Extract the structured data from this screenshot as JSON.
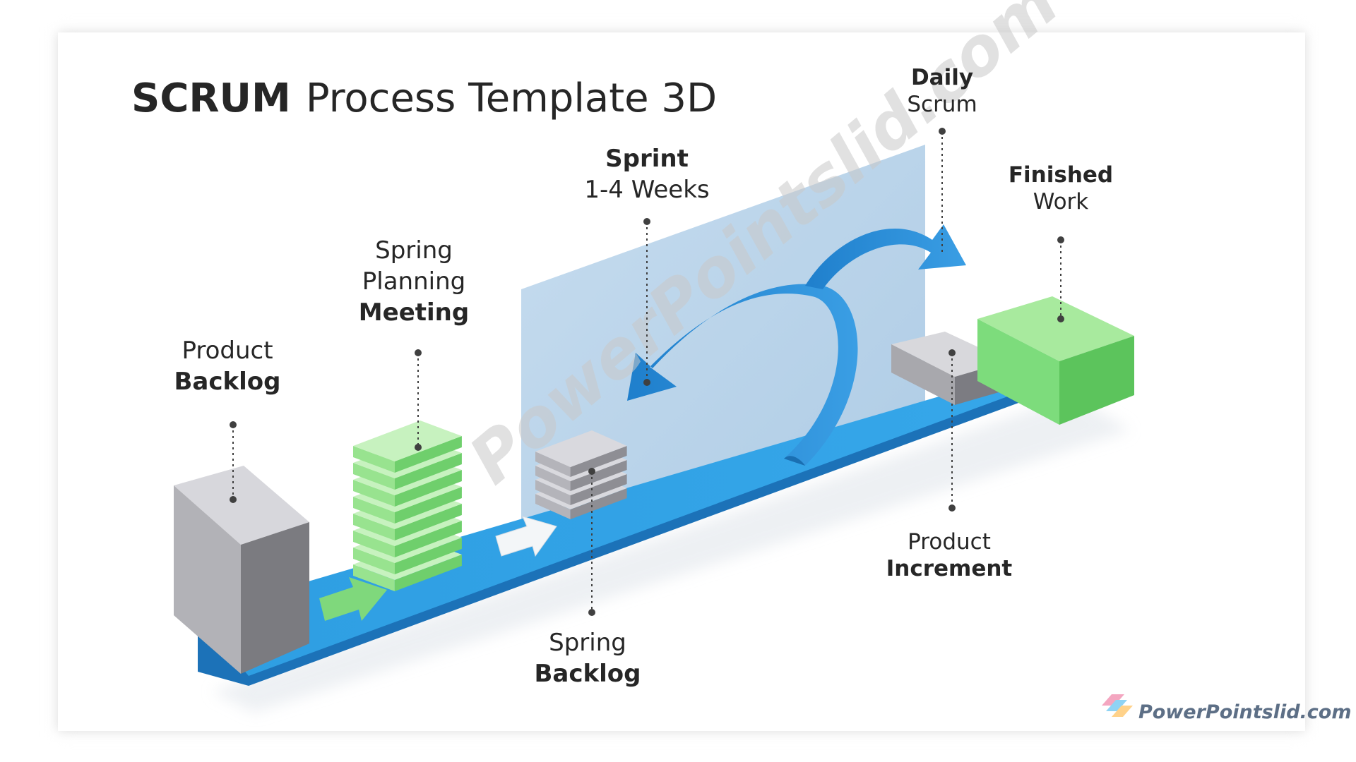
{
  "title": {
    "bold": "SCRUM",
    "regular": "Process Template 3D"
  },
  "labels": {
    "product_backlog": {
      "line1": "Product",
      "line2": "Backlog"
    },
    "planning_meeting": {
      "line1": "Spring",
      "line2": "Planning",
      "line3": "Meeting"
    },
    "sprint": {
      "line1": "Sprint",
      "line2": "1-4 Weeks"
    },
    "daily_scrum": {
      "line1": "Daily",
      "line2": "Scrum"
    },
    "finished_work": {
      "line1": "Finished",
      "line2": "Work"
    },
    "spring_backlog": {
      "line1": "Spring",
      "line2": "Backlog"
    },
    "product_increment": {
      "line1": "Product",
      "line2": "Increment"
    }
  },
  "watermark": {
    "diagonal": "PowerPointslid.com",
    "corner": "PowerPointslid.com"
  },
  "colors": {
    "belt_top": "#2a9be0",
    "belt_side": "#1c72b8",
    "gray_block": "#b9b9be",
    "green_stack": "#8fe08a",
    "sprint_panel": "#a8c8e2",
    "arrow_blue": "#2f8fd8",
    "finished_green": "#7ddc7c"
  }
}
